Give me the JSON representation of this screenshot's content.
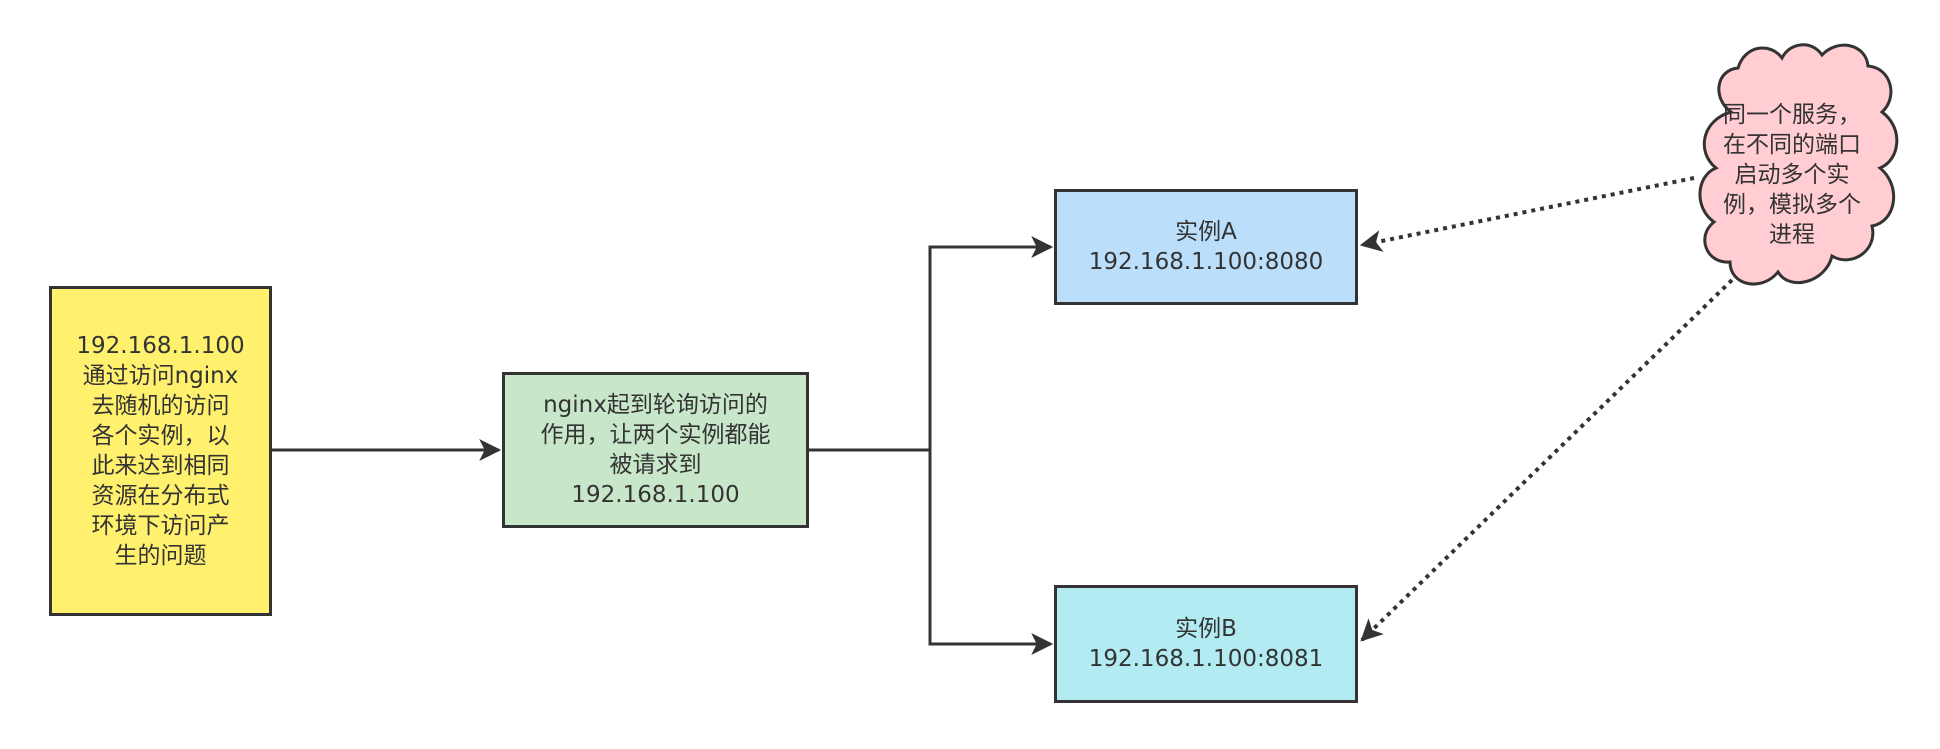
{
  "diagram": {
    "client": {
      "label": "192.168.1.100\n通过访问nginx\n去随机的访问\n各个实例，以\n此来达到相同\n资源在分布式\n环境下访问产\n生的问题"
    },
    "nginx": {
      "label": "nginx起到轮询访问的\n作用，让两个实例都能\n被请求到\n192.168.1.100"
    },
    "instance_a": {
      "label": "实例A\n192.168.1.100:8080"
    },
    "instance_b": {
      "label": "实例B\n192.168.1.100:8081"
    },
    "note": {
      "label": "同一个服务，\n在不同的端口\n启动多个实\n例，模拟多个\n进程"
    }
  },
  "colors": {
    "client_fill": "#fff06e",
    "nginx_fill": "#c8e6c9",
    "instance_a_fill": "#bbdefb",
    "instance_b_fill": "#b2ebf2",
    "note_fill": "#ffcdd2",
    "stroke": "#333333"
  }
}
